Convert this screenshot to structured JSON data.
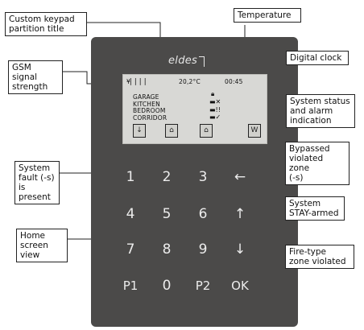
{
  "device": {
    "brand": "eldes",
    "screen": {
      "signal_text": "¥▏▏▏▏",
      "temperature": "20,2°C",
      "clock": "00:45",
      "zones": [
        "GARAGE",
        "KITCHEN",
        "BEDROOM",
        "CORRIDOR"
      ],
      "status_icons": [
        "lock-icon",
        "unlock-x-icon",
        "unlock-warning-icon",
        "unlock-check-icon"
      ],
      "softkeys": [
        {
          "icon": "fault-icon",
          "glyph": "↓"
        },
        {
          "icon": "stay-armed-icon",
          "glyph": "⌂"
        },
        {
          "icon": "fire-icon",
          "glyph": "⌂"
        },
        {
          "icon": "bypass-icon",
          "glyph": "W"
        }
      ]
    },
    "keypad": [
      [
        "1",
        "2",
        "3",
        "←"
      ],
      [
        "4",
        "5",
        "6",
        "↑"
      ],
      [
        "7",
        "8",
        "9",
        "↓"
      ],
      [
        "P1",
        "0",
        "P2",
        "OK"
      ]
    ]
  },
  "callouts": {
    "custom_keypad_partition_title": "Custom keypad\npartition title",
    "temperature": "Temperature",
    "gsm_signal_strength": "GSM signal\nstrength",
    "digital_clock": "Digital clock",
    "system_status": "System status\nand alarm\nindication",
    "bypassed_violated_zone": "Bypassed\nviolated zone\n(-s)",
    "system_fault": "System\nfault (-s) is\npresent",
    "system_stay_armed": "System\nSTAY-armed",
    "home_screen_view": "Home screen\nview",
    "fire_type_zone_violated": "Fire-type\nzone violated"
  }
}
